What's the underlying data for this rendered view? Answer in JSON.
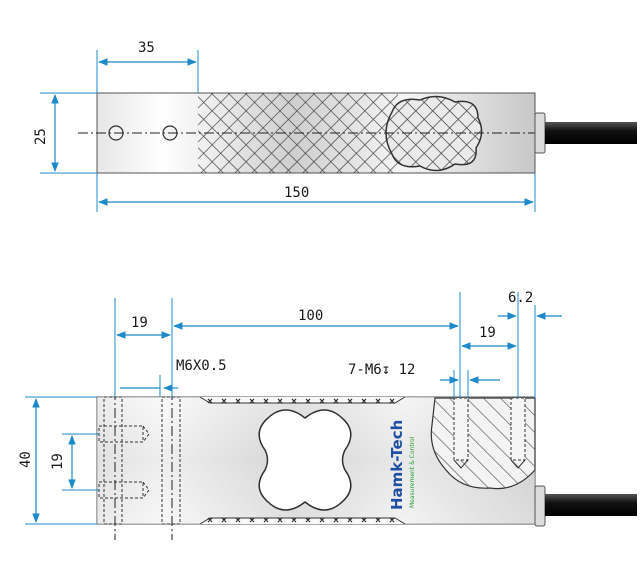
{
  "colors": {
    "dimension": "#1e88c8",
    "brand_text": "#1f4fa3",
    "brand_accent": "#2e9e3a",
    "cable": "#1a1a1a",
    "metal_light": "#f2f2f2",
    "metal_dark": "#bdbdbd"
  },
  "top_view": {
    "dim_width": "35",
    "dim_height": "25",
    "dim_length": "150"
  },
  "side_view": {
    "dim_19_left": "19",
    "dim_100": "100",
    "dim_6_2": "6.2",
    "dim_19_right": "19",
    "thread_left": "M6X0.5",
    "thread_right": "7-M6↧ 12",
    "dim_height": "40",
    "dim_hole_spacing": "19",
    "brand_name": "Hamk-Tech",
    "brand_tagline": "Measurement & Control"
  }
}
